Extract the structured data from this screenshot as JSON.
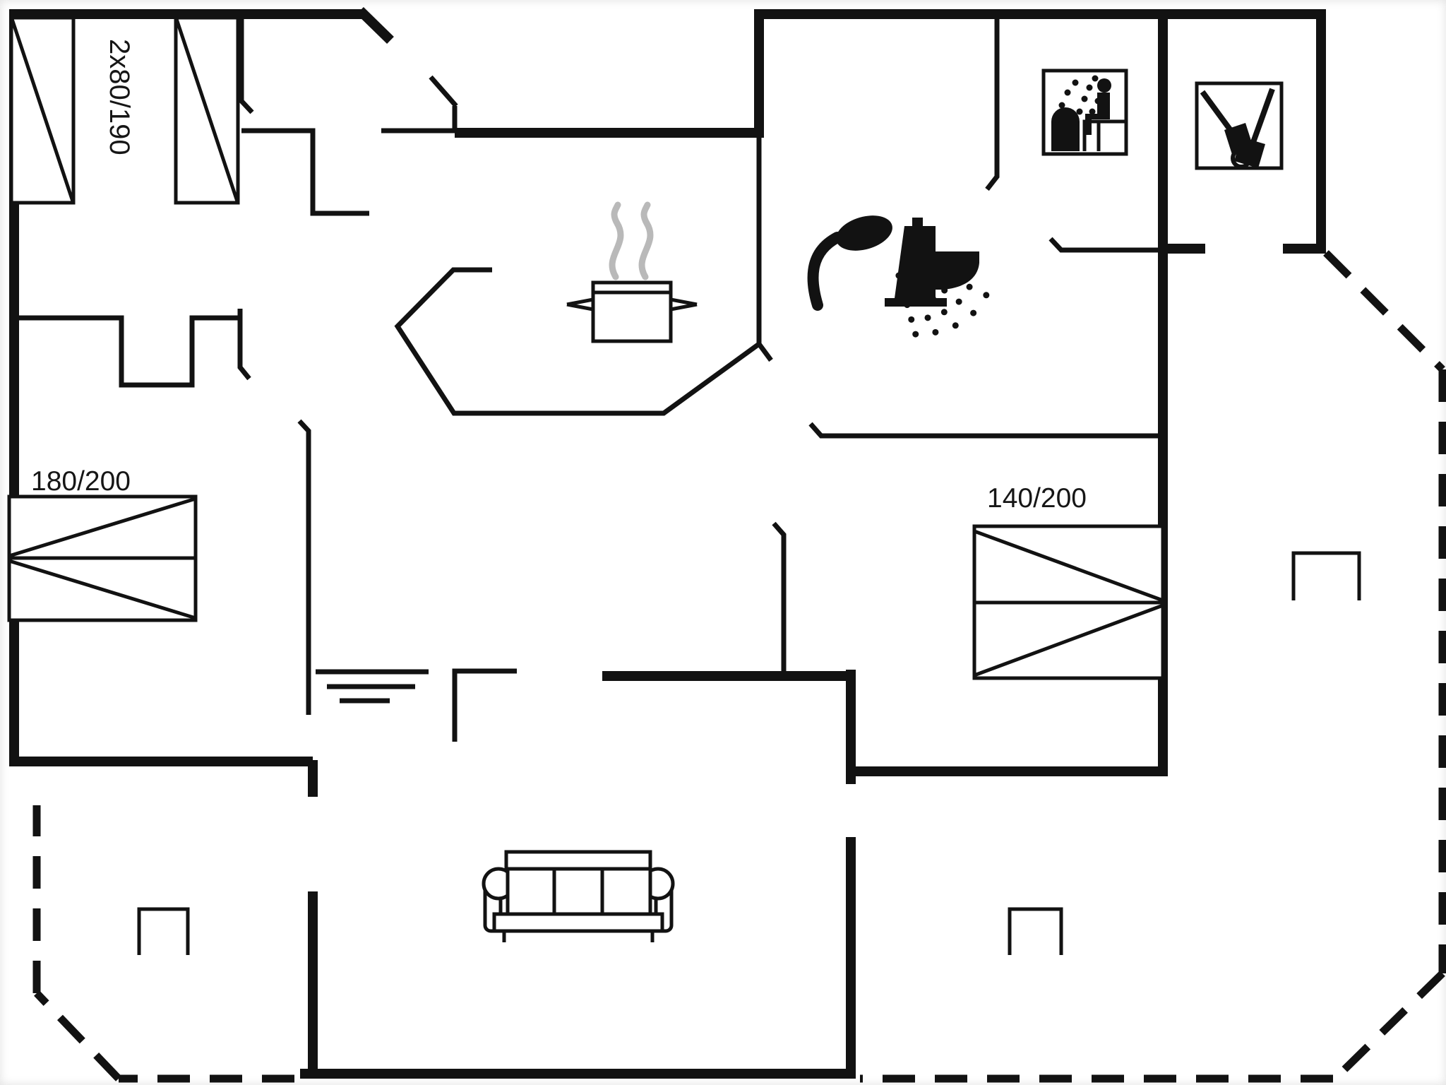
{
  "plan": {
    "background": "#ffffff",
    "wall_color": "#121212",
    "steam_color": "#b9b9b9",
    "beds": {
      "bunk_label": "2x80/190",
      "left_double_label": "180/200",
      "right_double_label": "140/200"
    },
    "icon_names": [
      "steaming-pot-icon",
      "shower-icon",
      "toilet-icon",
      "sauna-icon",
      "cleaning-equipment-icon",
      "sofa",
      "terrace-post",
      "triple-line-mark"
    ]
  }
}
